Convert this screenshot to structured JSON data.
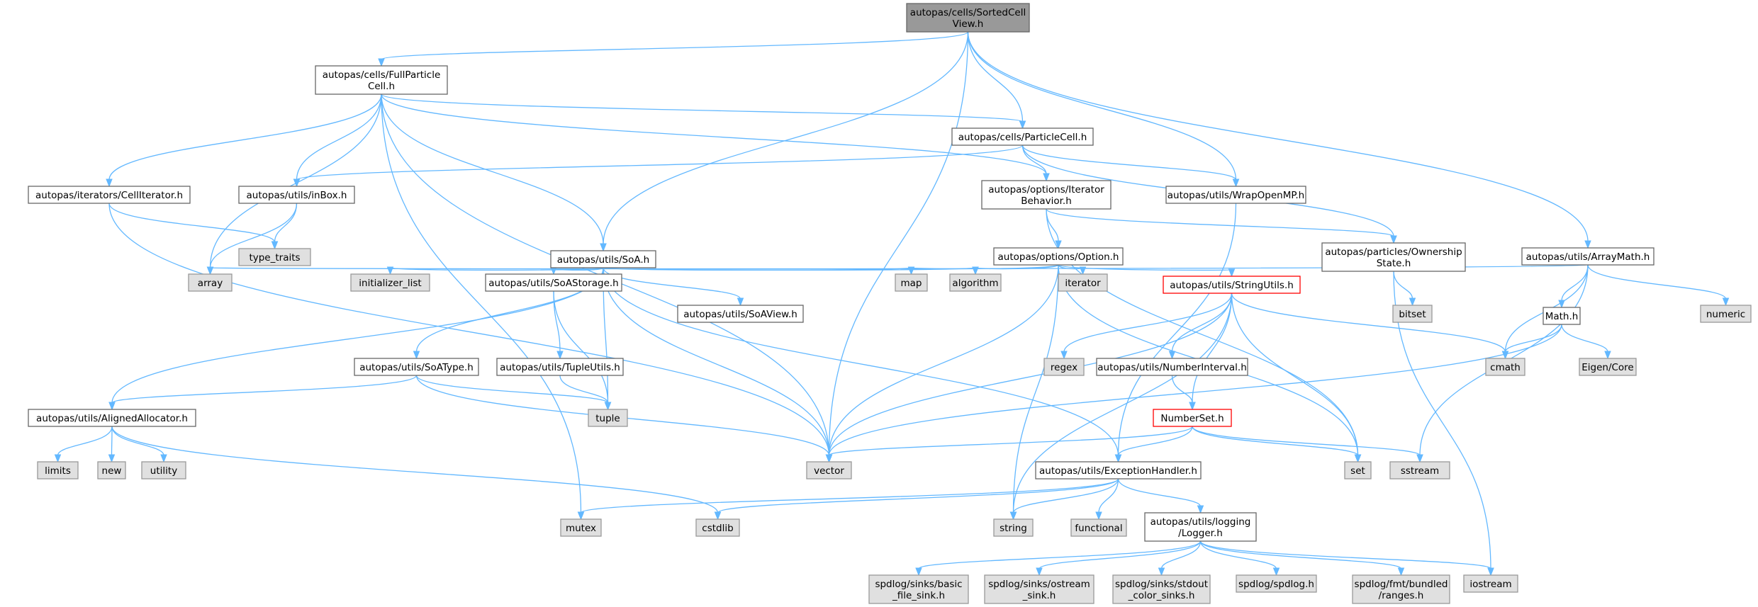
{
  "colors": {
    "edge": "#63b8ff",
    "root_fill": "#999999",
    "root_stroke": "#666666",
    "file_fill": "#ffffff",
    "file_stroke": "#666666",
    "system_fill": "#e0e0e0",
    "system_stroke": "#999999",
    "truncated_stroke": "#ff0000"
  },
  "nodes": [
    {
      "id": "sortedcellview",
      "lines": [
        "autopas/cells/SortedCell",
        "View.h"
      ],
      "kind": "root"
    },
    {
      "id": "fullparticlecell",
      "lines": [
        "autopas/cells/FullParticle",
        "Cell.h"
      ],
      "kind": "file"
    },
    {
      "id": "particlecell",
      "lines": [
        "autopas/cells/ParticleCell.h"
      ],
      "kind": "file"
    },
    {
      "id": "celliterator",
      "lines": [
        "autopas/iterators/CellIterator.h"
      ],
      "kind": "file"
    },
    {
      "id": "inbox",
      "lines": [
        "autopas/utils/inBox.h"
      ],
      "kind": "file"
    },
    {
      "id": "iteratorbehavior",
      "lines": [
        "autopas/options/Iterator",
        "Behavior.h"
      ],
      "kind": "file"
    },
    {
      "id": "wrapopenmp",
      "lines": [
        "autopas/utils/WrapOpenMP.h"
      ],
      "kind": "file"
    },
    {
      "id": "soa",
      "lines": [
        "autopas/utils/SoA.h"
      ],
      "kind": "file"
    },
    {
      "id": "option",
      "lines": [
        "autopas/options/Option.h"
      ],
      "kind": "file"
    },
    {
      "id": "ownershipstate",
      "lines": [
        "autopas/particles/Ownership",
        "State.h"
      ],
      "kind": "file"
    },
    {
      "id": "arraymath",
      "lines": [
        "autopas/utils/ArrayMath.h"
      ],
      "kind": "file"
    },
    {
      "id": "type_traits",
      "lines": [
        "type_traits"
      ],
      "kind": "system"
    },
    {
      "id": "array",
      "lines": [
        "array"
      ],
      "kind": "system"
    },
    {
      "id": "initializer_list",
      "lines": [
        "initializer_list"
      ],
      "kind": "system"
    },
    {
      "id": "soastorage",
      "lines": [
        "autopas/utils/SoAStorage.h"
      ],
      "kind": "file"
    },
    {
      "id": "soaview",
      "lines": [
        "autopas/utils/SoAView.h"
      ],
      "kind": "file"
    },
    {
      "id": "map",
      "lines": [
        "map"
      ],
      "kind": "system"
    },
    {
      "id": "algorithm",
      "lines": [
        "algorithm"
      ],
      "kind": "system"
    },
    {
      "id": "iterator",
      "lines": [
        "iterator"
      ],
      "kind": "system"
    },
    {
      "id": "stringutils",
      "lines": [
        "autopas/utils/StringUtils.h"
      ],
      "kind": "truncated"
    },
    {
      "id": "bitset",
      "lines": [
        "bitset"
      ],
      "kind": "system"
    },
    {
      "id": "mathh",
      "lines": [
        "Math.h"
      ],
      "kind": "file"
    },
    {
      "id": "numeric",
      "lines": [
        "numeric"
      ],
      "kind": "system"
    },
    {
      "id": "soatype",
      "lines": [
        "autopas/utils/SoAType.h"
      ],
      "kind": "file"
    },
    {
      "id": "tupleutils",
      "lines": [
        "autopas/utils/TupleUtils.h"
      ],
      "kind": "file"
    },
    {
      "id": "regex",
      "lines": [
        "regex"
      ],
      "kind": "system"
    },
    {
      "id": "numberinterval",
      "lines": [
        "autopas/utils/NumberInterval.h"
      ],
      "kind": "file"
    },
    {
      "id": "cmath",
      "lines": [
        "cmath"
      ],
      "kind": "system"
    },
    {
      "id": "eigencore",
      "lines": [
        "Eigen/Core"
      ],
      "kind": "system"
    },
    {
      "id": "alignedallocator",
      "lines": [
        "autopas/utils/AlignedAllocator.h"
      ],
      "kind": "file"
    },
    {
      "id": "tuple",
      "lines": [
        "tuple"
      ],
      "kind": "system"
    },
    {
      "id": "numberset",
      "lines": [
        "NumberSet.h"
      ],
      "kind": "truncated"
    },
    {
      "id": "limits",
      "lines": [
        "limits"
      ],
      "kind": "system"
    },
    {
      "id": "new",
      "lines": [
        "new"
      ],
      "kind": "system"
    },
    {
      "id": "utility",
      "lines": [
        "utility"
      ],
      "kind": "system"
    },
    {
      "id": "vector",
      "lines": [
        "vector"
      ],
      "kind": "system"
    },
    {
      "id": "exceptionhandler",
      "lines": [
        "autopas/utils/ExceptionHandler.h"
      ],
      "kind": "file"
    },
    {
      "id": "set",
      "lines": [
        "set"
      ],
      "kind": "system"
    },
    {
      "id": "sstream",
      "lines": [
        "sstream"
      ],
      "kind": "system"
    },
    {
      "id": "mutex",
      "lines": [
        "mutex"
      ],
      "kind": "system"
    },
    {
      "id": "cstdlib",
      "lines": [
        "cstdlib"
      ],
      "kind": "system"
    },
    {
      "id": "string",
      "lines": [
        "string"
      ],
      "kind": "system"
    },
    {
      "id": "functional",
      "lines": [
        "functional"
      ],
      "kind": "system"
    },
    {
      "id": "logger",
      "lines": [
        "autopas/utils/logging",
        "/Logger.h"
      ],
      "kind": "file"
    },
    {
      "id": "basicfilesink",
      "lines": [
        "spdlog/sinks/basic",
        "_file_sink.h"
      ],
      "kind": "system"
    },
    {
      "id": "ostreamsink",
      "lines": [
        "spdlog/sinks/ostream",
        "_sink.h"
      ],
      "kind": "system"
    },
    {
      "id": "stdoutcolorsinks",
      "lines": [
        "spdlog/sinks/stdout",
        "_color_sinks.h"
      ],
      "kind": "system"
    },
    {
      "id": "spdlog",
      "lines": [
        "spdlog/spdlog.h"
      ],
      "kind": "system"
    },
    {
      "id": "fmtranges",
      "lines": [
        "spdlog/fmt/bundled",
        "/ranges.h"
      ],
      "kind": "system"
    },
    {
      "id": "iostream",
      "lines": [
        "iostream"
      ],
      "kind": "system"
    }
  ],
  "edges": [
    [
      "sortedcellview",
      "fullparticlecell"
    ],
    [
      "sortedcellview",
      "particlecell"
    ],
    [
      "sortedcellview",
      "wrapopenmp"
    ],
    [
      "sortedcellview",
      "soa"
    ],
    [
      "sortedcellview",
      "arraymath"
    ],
    [
      "sortedcellview",
      "vector"
    ],
    [
      "fullparticlecell",
      "particlecell"
    ],
    [
      "fullparticlecell",
      "celliterator"
    ],
    [
      "fullparticlecell",
      "inbox"
    ],
    [
      "fullparticlecell",
      "iteratorbehavior"
    ],
    [
      "fullparticlecell",
      "soa"
    ],
    [
      "fullparticlecell",
      "array"
    ],
    [
      "fullparticlecell",
      "mutex"
    ],
    [
      "fullparticlecell",
      "vector"
    ],
    [
      "particlecell",
      "inbox"
    ],
    [
      "particlecell",
      "iteratorbehavior"
    ],
    [
      "particlecell",
      "wrapopenmp"
    ],
    [
      "particlecell",
      "ownershipstate"
    ],
    [
      "celliterator",
      "type_traits"
    ],
    [
      "celliterator",
      "vector"
    ],
    [
      "inbox",
      "type_traits"
    ],
    [
      "inbox",
      "array"
    ],
    [
      "iteratorbehavior",
      "option"
    ],
    [
      "iteratorbehavior",
      "ownershipstate"
    ],
    [
      "iteratorbehavior",
      "set"
    ],
    [
      "wrapopenmp",
      "exceptionhandler"
    ],
    [
      "soa",
      "initializer_list"
    ],
    [
      "soa",
      "soastorage"
    ],
    [
      "soa",
      "soaview"
    ],
    [
      "soa",
      "map"
    ],
    [
      "soa",
      "algorithm"
    ],
    [
      "soa",
      "soatype"
    ],
    [
      "soa",
      "alignedallocator"
    ],
    [
      "soa",
      "tuple"
    ],
    [
      "soa",
      "vector"
    ],
    [
      "soa",
      "exceptionhandler"
    ],
    [
      "option",
      "map"
    ],
    [
      "option",
      "algorithm"
    ],
    [
      "option",
      "iterator"
    ],
    [
      "option",
      "stringutils"
    ],
    [
      "option",
      "set"
    ],
    [
      "option",
      "vector"
    ],
    [
      "option",
      "string"
    ],
    [
      "ownershipstate",
      "bitset"
    ],
    [
      "ownershipstate",
      "iostream"
    ],
    [
      "arraymath",
      "array"
    ],
    [
      "arraymath",
      "mathh"
    ],
    [
      "arraymath",
      "numeric"
    ],
    [
      "arraymath",
      "cmath"
    ],
    [
      "arraymath",
      "sstream"
    ],
    [
      "soastorage",
      "tupleutils"
    ],
    [
      "soastorage",
      "tuple"
    ],
    [
      "stringutils",
      "regex"
    ],
    [
      "stringutils",
      "numberinterval"
    ],
    [
      "stringutils",
      "cmath"
    ],
    [
      "stringutils",
      "numberset"
    ],
    [
      "stringutils",
      "set"
    ],
    [
      "stringutils",
      "vector"
    ],
    [
      "stringutils",
      "string"
    ],
    [
      "mathh",
      "cmath"
    ],
    [
      "mathh",
      "eigencore"
    ],
    [
      "mathh",
      "vector"
    ],
    [
      "soatype",
      "alignedallocator"
    ],
    [
      "soatype",
      "tuple"
    ],
    [
      "soatype",
      "vector"
    ],
    [
      "tupleutils",
      "tuple"
    ],
    [
      "numberinterval",
      "numberset"
    ],
    [
      "alignedallocator",
      "limits"
    ],
    [
      "alignedallocator",
      "new"
    ],
    [
      "alignedallocator",
      "utility"
    ],
    [
      "alignedallocator",
      "cstdlib"
    ],
    [
      "numberset",
      "vector"
    ],
    [
      "numberset",
      "exceptionhandler"
    ],
    [
      "numberset",
      "set"
    ],
    [
      "numberset",
      "sstream"
    ],
    [
      "exceptionhandler",
      "mutex"
    ],
    [
      "exceptionhandler",
      "cstdlib"
    ],
    [
      "exceptionhandler",
      "string"
    ],
    [
      "exceptionhandler",
      "functional"
    ],
    [
      "exceptionhandler",
      "logger"
    ],
    [
      "logger",
      "basicfilesink"
    ],
    [
      "logger",
      "ostreamsink"
    ],
    [
      "logger",
      "stdoutcolorsinks"
    ],
    [
      "logger",
      "spdlog"
    ],
    [
      "logger",
      "fmtranges"
    ],
    [
      "logger",
      "iostream"
    ]
  ]
}
